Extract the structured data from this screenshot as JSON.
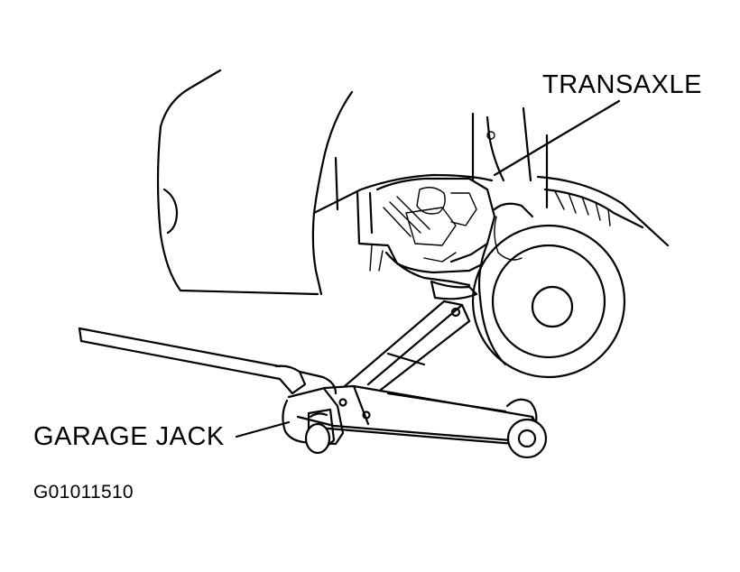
{
  "labels": {
    "transaxle": "TRANSAXLE",
    "garage_jack": "GARAGE JACK",
    "figure_code": "G01011510"
  },
  "colors": {
    "line": "#000000",
    "background": "#ffffff"
  }
}
